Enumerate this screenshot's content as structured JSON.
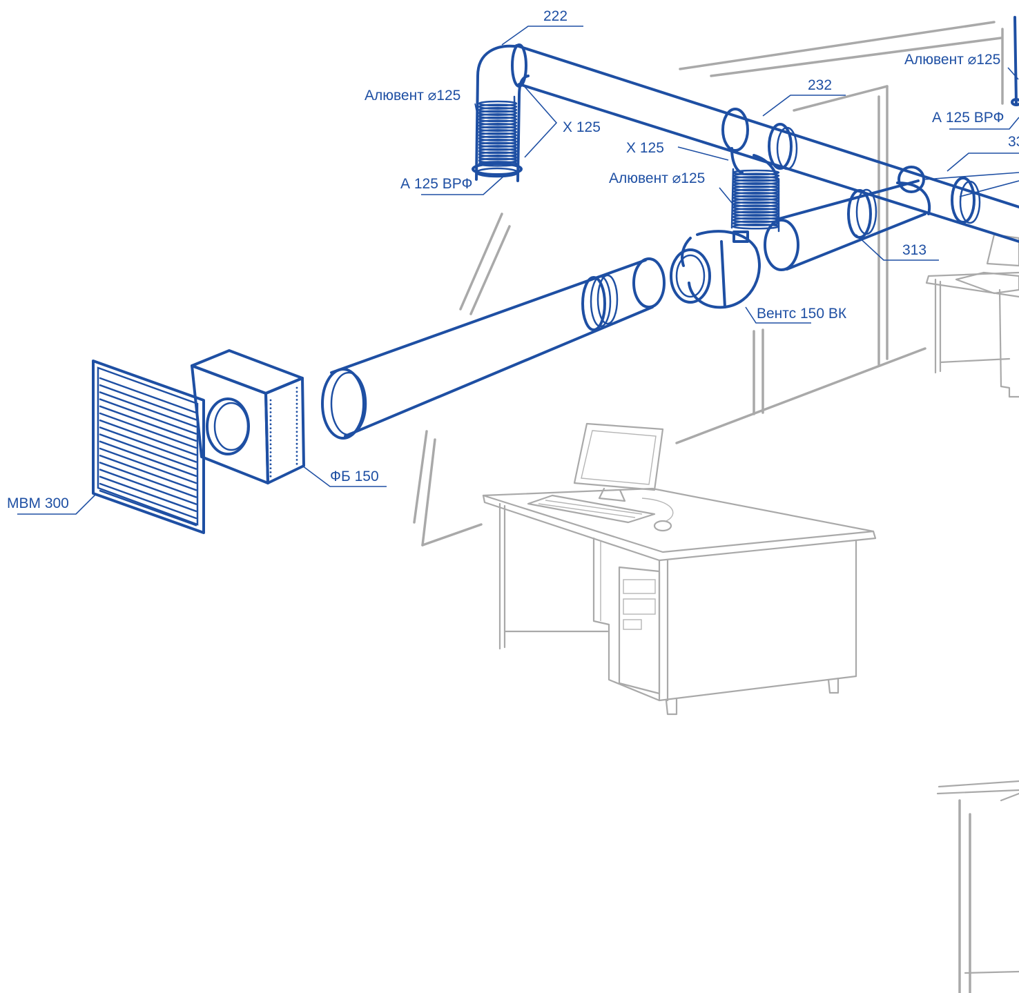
{
  "colors": {
    "accent": "#1e4fa3",
    "room": "#a9a9a9",
    "background": "#ffffff"
  },
  "labels": {
    "duct_222": "222",
    "duct_232": "232",
    "duct_313": "313",
    "duct_33x": "33",
    "aluvent_left": "Алювент ⌀125",
    "aluvent_mid": "Алювент ⌀125",
    "aluvent_right": "Алювент ⌀125",
    "clamp_left": "Х 125",
    "clamp_mid": "Х 125",
    "diffuser_left": "А 125 ВРФ",
    "diffuser_right": "А 125 ВРФ",
    "fan": "Вентс 150 ВК",
    "filter_box": "ФБ 150",
    "grille": "МВМ 300"
  }
}
